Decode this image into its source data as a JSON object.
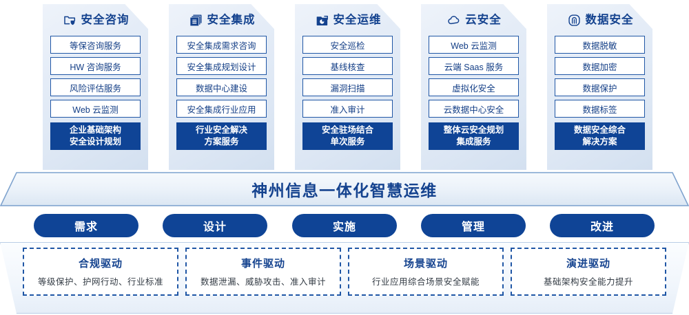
{
  "banner": {
    "text": "神州信息一体化智慧运维"
  },
  "pillars": [
    {
      "icon": "folder-shield-icon",
      "title": "安全咨询",
      "items": [
        "等保咨询服务",
        "HW 咨询服务",
        "风险评估服务",
        "Web 云监测"
      ],
      "highlight": [
        "企业基础架构",
        "安全设计规划"
      ]
    },
    {
      "icon": "stacked-documents-icon",
      "title": "安全集成",
      "items": [
        "安全集成需求咨询",
        "安全集成规划设计",
        "数据中心建设",
        "安全集成行业应用"
      ],
      "highlight": [
        "行业安全解决",
        "方案服务"
      ]
    },
    {
      "icon": "monitor-chart-icon",
      "title": "安全运维",
      "items": [
        "安全巡检",
        "基线核查",
        "漏洞扫描",
        "准入审计"
      ],
      "highlight": [
        "安全驻场结合",
        "单次服务"
      ]
    },
    {
      "icon": "cloud-icon",
      "title": "云安全",
      "items": [
        "Web 云监测",
        "云端 Saas 服务",
        "虚拟化安全",
        "云数据中心安全"
      ],
      "highlight": [
        "整体云安全规划",
        "集成服务"
      ]
    },
    {
      "icon": "fingerprint-icon",
      "title": "数据安全",
      "items": [
        "数据脱敏",
        "数据加密",
        "数据保护",
        "数据标签"
      ],
      "highlight": [
        "数据安全综合",
        "解决方案"
      ]
    }
  ],
  "phases": [
    "需求",
    "设计",
    "实施",
    "管理",
    "改进"
  ],
  "drivers": [
    {
      "title": "合规驱动",
      "sub": "等级保护、护网行动、行业标准"
    },
    {
      "title": "事件驱动",
      "sub": "数据泄漏、威胁攻击、准入审计"
    },
    {
      "title": "场景驱动",
      "sub": "行业应用综合场景安全赋能"
    },
    {
      "title": "演进驱动",
      "sub": "基础架构安全能力提升"
    }
  ],
  "colors": {
    "brand_blue": "#0f4496",
    "title_blue": "#15438f",
    "border_blue": "#1f56a5",
    "card_bg": "#e4ecf7"
  }
}
